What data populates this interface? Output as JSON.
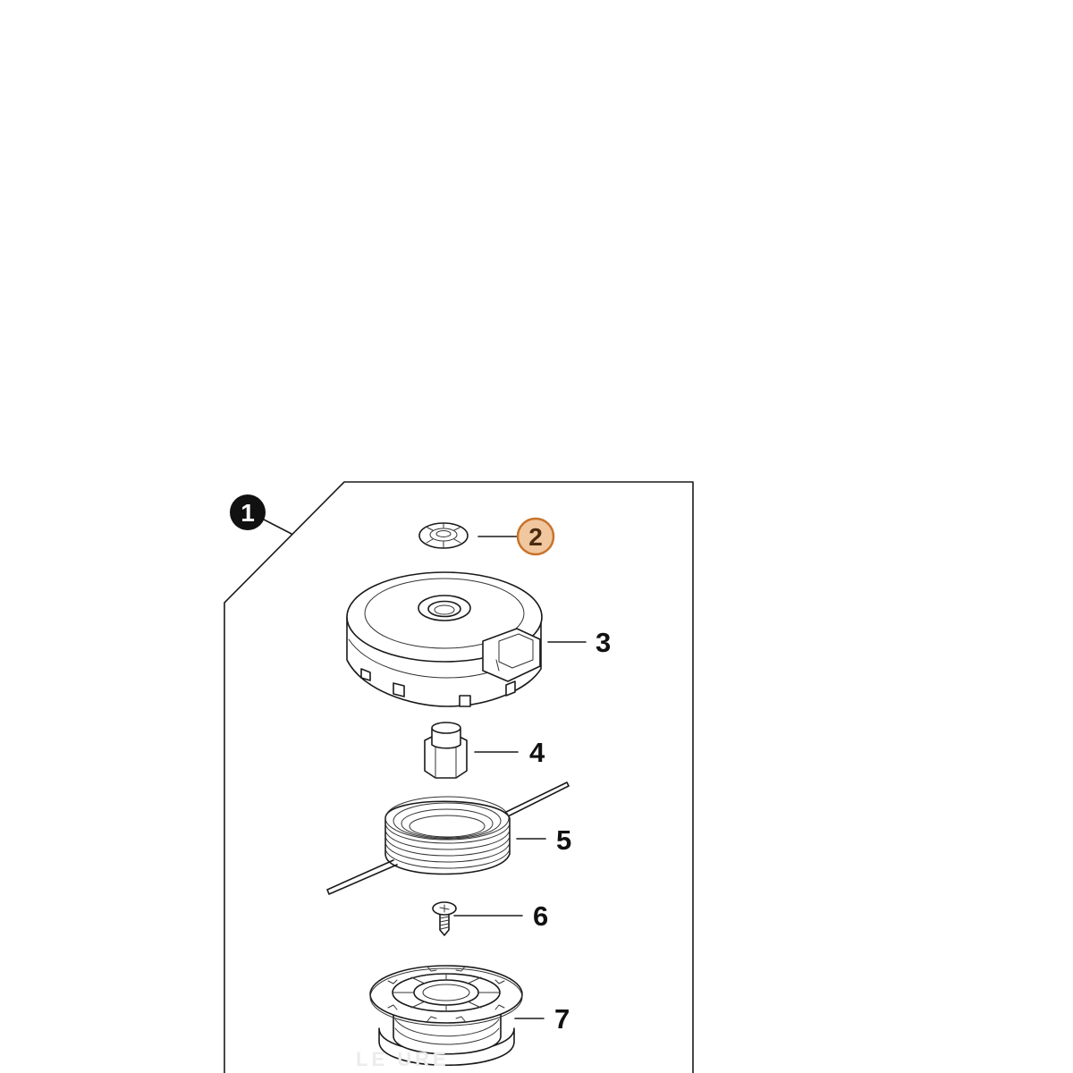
{
  "diagram": {
    "assembly_callout": "1",
    "parts": [
      {
        "id": "washer",
        "label": "2",
        "highlighted": true
      },
      {
        "id": "cover",
        "label": "3"
      },
      {
        "id": "nut",
        "label": "4"
      },
      {
        "id": "line-coil",
        "label": "5"
      },
      {
        "id": "screw",
        "label": "6"
      },
      {
        "id": "spool",
        "label": "7"
      }
    ],
    "watermark": "LE    URE"
  },
  "colors": {
    "outline": "#1a1a1a",
    "assembly_callout_fill": "#111111",
    "highlight_fill": "#f0c79e",
    "highlight_stroke": "#c8732c",
    "highlight_text": "#4a2a10",
    "watermark": "#ececec"
  }
}
